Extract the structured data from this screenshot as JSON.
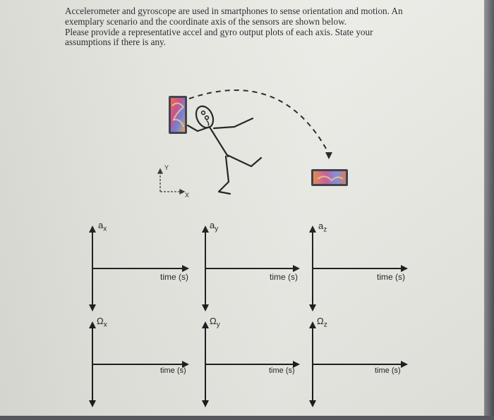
{
  "question": {
    "lines": [
      "Accelerometer and gyroscope are used in smartphones to sense orientation and motion. An",
      "exemplary scenario and the coordinate axis of the sensors are shown below.",
      "Please provide a representative accel and gyro output plots of each axis. State your",
      "assumptions if there is any."
    ]
  },
  "coordinate_axes": {
    "y_label": "Y",
    "x_label": "X"
  },
  "accel_plots": [
    {
      "symbol": "a",
      "sub": "x",
      "time_label": "time (s)"
    },
    {
      "symbol": "a",
      "sub": "y",
      "time_label": "time (s)"
    },
    {
      "symbol": "a",
      "sub": "z",
      "time_label": "time (s)"
    }
  ],
  "gyro_plots": [
    {
      "symbol": "Ω",
      "sub": "x",
      "time_label": "time (s)"
    },
    {
      "symbol": "Ω",
      "sub": "y",
      "time_label": "time (s)"
    },
    {
      "symbol": "Ω",
      "sub": "z",
      "time_label": "time (s)"
    }
  ],
  "colors": {
    "ink": "#1c1c1c",
    "phone_frame": "#3a3a48",
    "phone_screen_warm": "#d8583a",
    "phone_screen_cool": "#5a7fd0"
  }
}
